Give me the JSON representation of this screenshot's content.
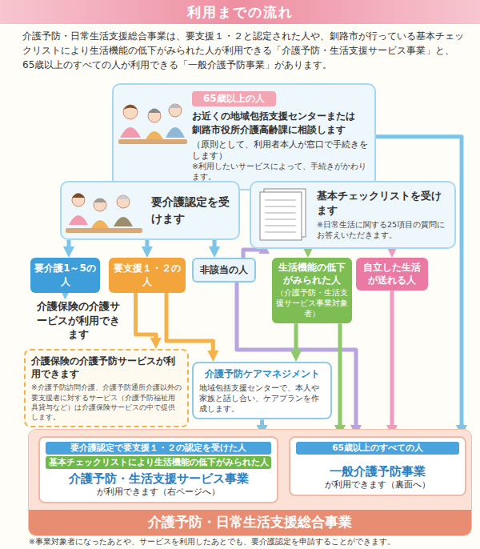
{
  "diagram": {
    "title": "利用までの流れ",
    "nodes": [
      {
        "text": [
          "65歳以上の人",
          "お近くの地域包括支援センターまたは 釧路市役所介護高齢課に相談します",
          "（原則として、利用者本人が窓口で手続きをします）",
          "※利用したいサービスによって、手続きがかわります。"
        ]
      },
      {
        "text": [
          "要介護認定を受けます"
        ]
      },
      {
        "text": [
          "基本チェックリストを受けます",
          "※日常生活に関する25項目の質問にお答えいただきます。"
        ]
      },
      {
        "text": [
          "要介護1～5の人"
        ]
      },
      {
        "text": [
          "要支援１・２の人"
        ]
      },
      {
        "text": [
          "非該当の人"
        ]
      },
      {
        "text": [
          "生活機能の低下がみられた人",
          "（介護予防・生活支援サービス事業対象者）"
        ]
      },
      {
        "text": [
          "自立した生活が送れる人"
        ]
      },
      {
        "text": [
          "介護保険の介護サービスが利用できます"
        ]
      },
      {
        "text": [
          "介護保険の介護予防サービスが利用できます",
          "※介護予防訪問介護、介護予防通所介護以外の要支援者に対するサービス（介護予防福祉用具貸与など）は介護保険サービスの中で提供します。"
        ]
      },
      {
        "text": [
          "介護予防ケアマネジメント",
          "地域包括支援センターで、本人や家族と話し合い、ケアプランを作成します。"
        ]
      },
      {
        "text": [
          "介護予防・日常生活支援総合事業"
        ]
      },
      {
        "text": [
          "要介護認定で要支援１・２の認定を受けた人",
          "基本チェックリストにより生活機能の低下がみられた人",
          "介護予防・生活支援サービス事業",
          "が利用できます（右ページへ）"
        ],
        "in": 11
      },
      {
        "text": [
          "65歳以上のすべての人",
          "一般介護予防事業",
          "が利用できます（裏面へ）"
        ],
        "in": 11
      }
    ],
    "edges": [
      {
        "from": 0,
        "to": 1,
        "arrow": "to"
      },
      {
        "from": 0,
        "to": 2,
        "arrow": "to"
      },
      {
        "from": 0,
        "to": 13,
        "arrow": "to"
      },
      {
        "from": 1,
        "to": 3,
        "arrow": "to"
      },
      {
        "from": 1,
        "to": 4,
        "arrow": "to"
      },
      {
        "from": 1,
        "to": 5,
        "arrow": "to"
      },
      {
        "from": 2,
        "to": 6,
        "arrow": "to"
      },
      {
        "from": 2,
        "to": 7,
        "arrow": "to"
      },
      {
        "from": 3,
        "to": 8,
        "arrow": "to"
      },
      {
        "from": 4,
        "to": 9,
        "arrow": "to"
      },
      {
        "from": 4,
        "to": 10,
        "arrow": "to"
      },
      {
        "from": 5,
        "to": 2,
        "arrow": "to"
      },
      {
        "from": 5,
        "to": 13,
        "arrow": "to"
      },
      {
        "from": 6,
        "to": 10,
        "arrow": "to"
      },
      {
        "from": 6,
        "to": 13,
        "arrow": "to"
      },
      {
        "from": 7,
        "to": 13,
        "arrow": "to"
      },
      {
        "from": 10,
        "to": 12,
        "arrow": "to"
      }
    ],
    "labels": [
      "介護予防・日常生活支援総合事業は、要支援１・２と認定された人や、釧路市が行っている基本チェックリストにより生活機能の低下がみられた人が利用できる「介護予防・生活支援サービス事業」と、65歳以上のすべての人が利用できる「一般介護予防事業」があります。",
      "※事業対象者になったあとや、サービスを利用したあとでも、要介護認定を申請することができます。"
    ]
  }
}
